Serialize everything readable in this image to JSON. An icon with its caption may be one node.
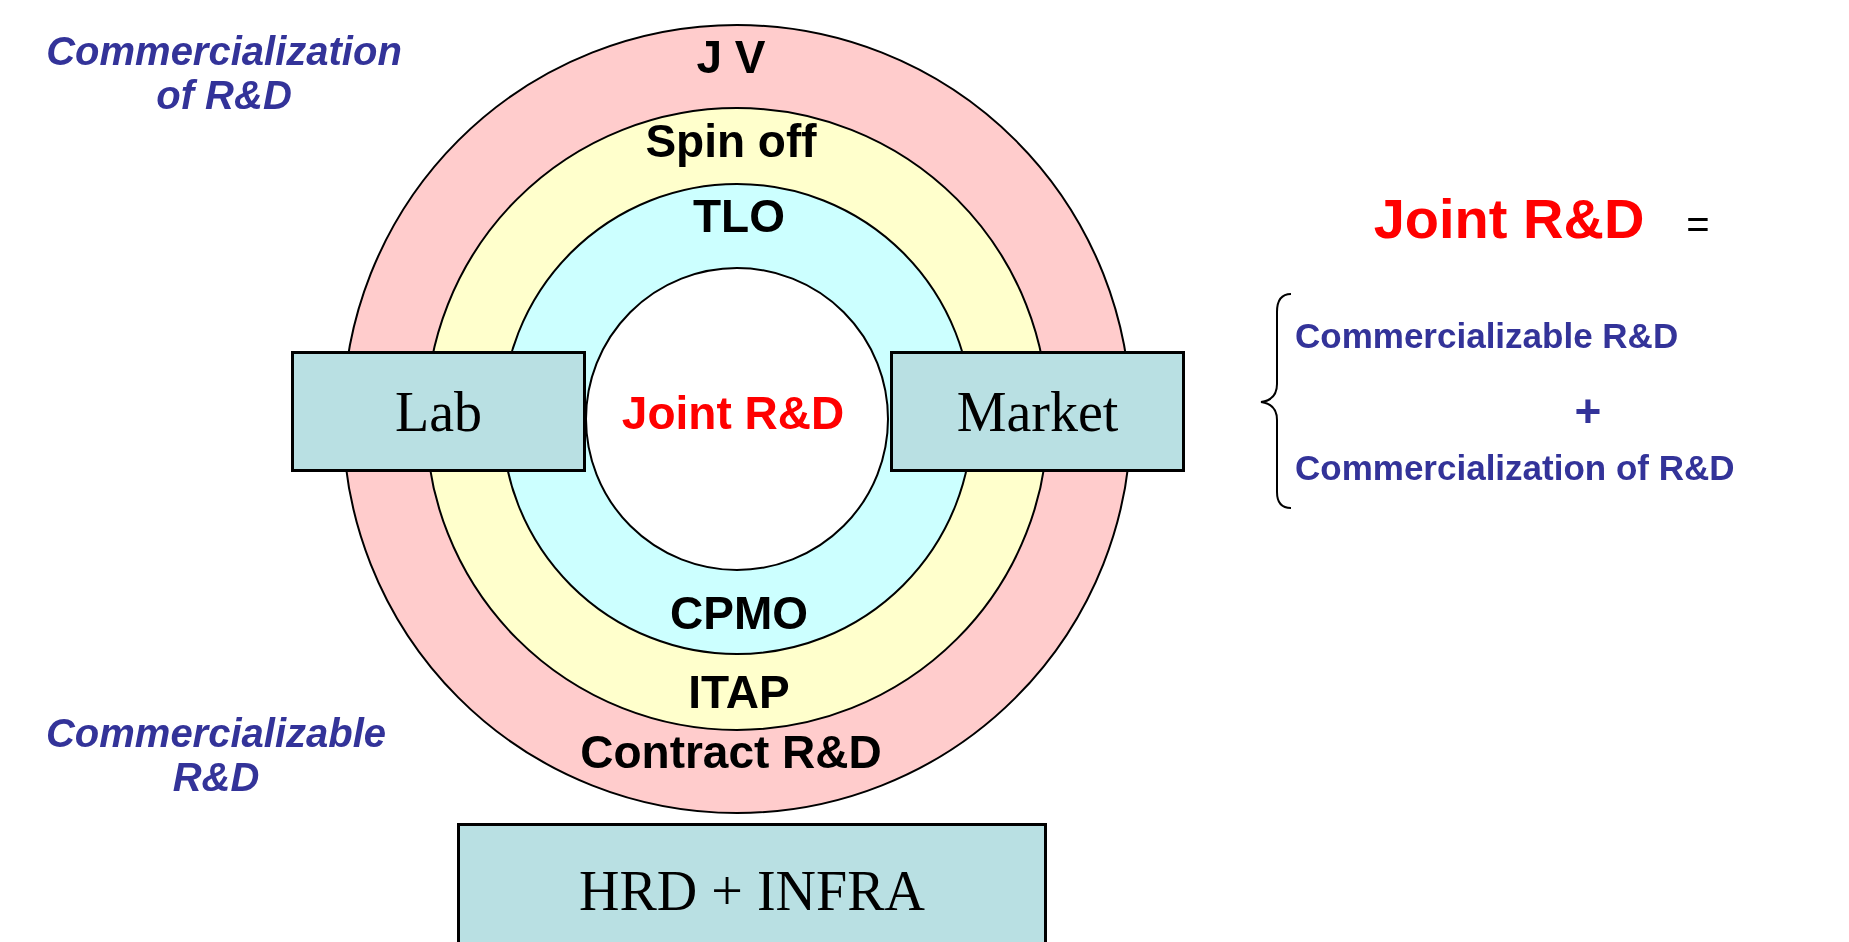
{
  "diagram": {
    "nodes": [
      {
        "text": [
          "J V",
          "Contract R&D"
        ]
      },
      {
        "text": [
          "Spin off",
          "ITAP"
        ],
        "in": 0
      },
      {
        "text": [
          "TLO",
          "CPMO"
        ],
        "in": 1
      },
      {
        "text": [
          "Joint R&D"
        ],
        "in": 2
      },
      {
        "text": [
          "Lab"
        ]
      },
      {
        "text": [
          "Market"
        ]
      },
      {
        "text": [
          "HRD + INFRA"
        ]
      }
    ],
    "edges": [],
    "labels": [
      "Commercialization of R&D",
      "Joint R&D",
      "=",
      "Commercializable R&D",
      "+",
      "Commercialization of R&D",
      "Commercializable R&D"
    ]
  }
}
